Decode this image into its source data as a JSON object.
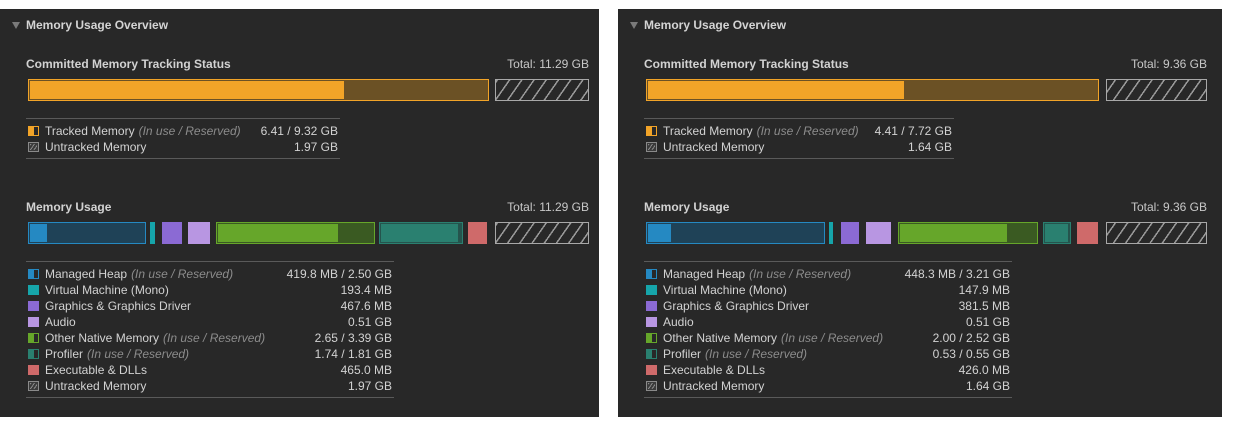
{
  "panels": [
    {
      "header": "Memory Usage Overview",
      "committed": {
        "label": "Committed Memory Tracking Status",
        "total": "Total: 11.29 GB",
        "tracked_in_use_gb": 6.41,
        "tracked_reserved_gb": 9.32,
        "total_gb": 11.29,
        "legend": [
          {
            "name": "Tracked Memory",
            "sub": "(In use / Reserved)",
            "value": "6.41 / 9.32 GB",
            "icon": "tracked-memory-swatch"
          },
          {
            "name": "Untracked Memory",
            "sub": "",
            "value": "1.97 GB",
            "icon": "untracked-memory-swatch"
          }
        ]
      },
      "usage": {
        "label": "Memory Usage",
        "total": "Total: 11.29 GB",
        "legend": [
          {
            "name": "Managed Heap",
            "sub": "(In use / Reserved)",
            "value": "419.8 MB / 2.50 GB"
          },
          {
            "name": "Virtual Machine (Mono)",
            "sub": "",
            "value": "193.4 MB"
          },
          {
            "name": "Graphics & Graphics Driver",
            "sub": "",
            "value": "467.6 MB"
          },
          {
            "name": "Audio",
            "sub": "",
            "value": "0.51 GB"
          },
          {
            "name": "Other Native Memory",
            "sub": "(In use / Reserved)",
            "value": "2.65 / 3.39 GB"
          },
          {
            "name": "Profiler",
            "sub": "(In use / Reserved)",
            "value": "1.74 / 1.81 GB"
          },
          {
            "name": "Executable & DLLs",
            "sub": "",
            "value": "465.0 MB"
          },
          {
            "name": "Untracked Memory",
            "sub": "",
            "value": "1.97 GB"
          }
        ],
        "bar_segments": [
          {
            "key": "managed-heap",
            "used_fraction": 0.16
          },
          {
            "key": "virtual-machine",
            "used_fraction": 1
          },
          {
            "key": "graphics",
            "used_fraction": 1
          },
          {
            "key": "audio",
            "used_fraction": 1
          },
          {
            "key": "other-native",
            "used_fraction": 0.78
          },
          {
            "key": "profiler",
            "used_fraction": 0.96
          },
          {
            "key": "executables",
            "used_fraction": 1
          },
          {
            "key": "untracked",
            "used_fraction": 1
          }
        ]
      }
    },
    {
      "header": "Memory Usage Overview",
      "committed": {
        "label": "Committed Memory Tracking Status",
        "total": "Total: 9.36 GB",
        "tracked_in_use_gb": 4.41,
        "tracked_reserved_gb": 7.72,
        "total_gb": 9.36,
        "legend": [
          {
            "name": "Tracked Memory",
            "sub": "(In use / Reserved)",
            "value": "4.41 / 7.72 GB",
            "icon": "tracked-memory-swatch"
          },
          {
            "name": "Untracked Memory",
            "sub": "",
            "value": "1.64 GB",
            "icon": "untracked-memory-swatch"
          }
        ]
      },
      "usage": {
        "label": "Memory Usage",
        "total": "Total: 9.36 GB",
        "legend": [
          {
            "name": "Managed Heap",
            "sub": "(In use / Reserved)",
            "value": "448.3 MB / 3.21 GB"
          },
          {
            "name": "Virtual Machine (Mono)",
            "sub": "",
            "value": "147.9 MB"
          },
          {
            "name": "Graphics & Graphics Driver",
            "sub": "",
            "value": "381.5 MB"
          },
          {
            "name": "Audio",
            "sub": "",
            "value": "0.51 GB"
          },
          {
            "name": "Other Native Memory",
            "sub": "(In use / Reserved)",
            "value": "2.00 / 2.52 GB"
          },
          {
            "name": "Profiler",
            "sub": "(In use / Reserved)",
            "value": "0.53 / 0.55 GB"
          },
          {
            "name": "Executable & DLLs",
            "sub": "",
            "value": "426.0 MB"
          },
          {
            "name": "Untracked Memory",
            "sub": "",
            "value": "1.64 GB"
          }
        ],
        "bar_segments": [
          {
            "key": "managed-heap",
            "used_fraction": 0.14
          },
          {
            "key": "virtual-machine",
            "used_fraction": 1
          },
          {
            "key": "graphics",
            "used_fraction": 1
          },
          {
            "key": "audio",
            "used_fraction": 1
          },
          {
            "key": "other-native",
            "used_fraction": 0.79
          },
          {
            "key": "profiler",
            "used_fraction": 0.96
          },
          {
            "key": "executables",
            "used_fraction": 1
          },
          {
            "key": "untracked",
            "used_fraction": 1
          }
        ]
      }
    }
  ],
  "colors": {
    "panel_bg": "#282828",
    "tracked_fill": "#f2a428",
    "tracked_reserved": "#6b5125",
    "managed_heap_fill": "#2589c2",
    "managed_heap_reserved": "#1f4257",
    "virtual_machine": "#16a5aa",
    "graphics": "#8b6ad4",
    "audio": "#b896e2",
    "other_native_fill": "#66a62a",
    "other_native_reserved": "#3a5a22",
    "profiler_fill": "#2a8070",
    "profiler_reserved": "#25544d",
    "executables": "#cf6a6a",
    "untracked": "#9a9a9a"
  }
}
